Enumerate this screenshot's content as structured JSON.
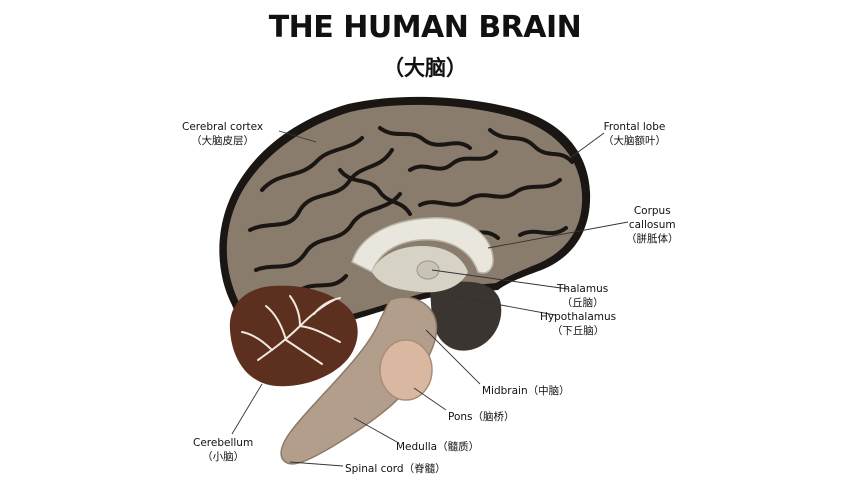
{
  "title": "THE HUMAN BRAIN",
  "subtitle": "（大脑）",
  "labels": {
    "cerebral_cortex": {
      "en": "Cerebral cortex",
      "zh": "（大脑皮层）"
    },
    "frontal_lobe": {
      "en": "Frontal lobe",
      "zh": "（大脑额叶）"
    },
    "corpus_callosum": {
      "en1": "Corpus",
      "en2": "callosum",
      "zh": "（胼胝体）"
    },
    "thalamus": {
      "en": "Thalamus",
      "zh": "（丘脑）"
    },
    "hypothalamus": {
      "en": "Hypothalamus",
      "zh": "（下丘脑）"
    },
    "midbrain": {
      "text": "Midbrain（中脑）"
    },
    "pons": {
      "text": "Pons（脑桥）"
    },
    "medulla": {
      "text": "Medulla（髓质）"
    },
    "spinal_cord": {
      "text": "Spinal cord（脊髓）"
    },
    "cerebellum": {
      "en": "Cerebellum",
      "zh": "（小脑）"
    }
  },
  "colors": {
    "cortex": "#8a7c6c",
    "sulci": "#1a1614",
    "inner_white": "#e9e6dd",
    "brainstem": "#b39e8c",
    "pons": "#d9b7a0",
    "cerebellum": "#5c2f1e",
    "dark_region": "#3a3530"
  }
}
